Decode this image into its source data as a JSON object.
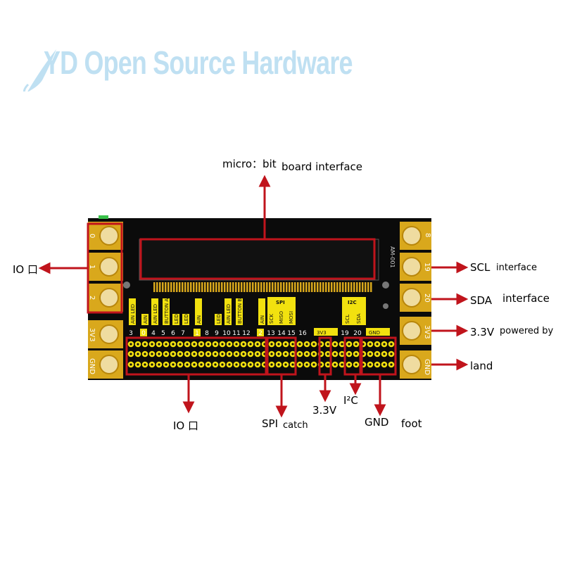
{
  "logo": {
    "text": "YD Open Source Hardware"
  },
  "labels": {
    "top_a": "micro：bit",
    "top_b": "board interface",
    "io_left": "IO 口",
    "scl_a": "SCL",
    "scl_b": "interface",
    "sda_a": "SDA",
    "sda_b": "interface",
    "v33_a": "3.3V",
    "v33_b": "powered by",
    "land": "land",
    "io_bottom": "IO 口",
    "spi_a": "SPI",
    "spi_b": "catch",
    "v33_bottom": "3.3V",
    "i2c": "I²C",
    "gnd_a": "GND",
    "gnd_b": "foot"
  },
  "board": {
    "left_pins": [
      "0",
      "1",
      "2",
      "3V3",
      "GND"
    ],
    "right_pins": [
      "8",
      "19",
      "20",
      "3V3",
      "GND"
    ],
    "model": "AM-001",
    "header_numbers": [
      "3",
      "0",
      "4",
      "5",
      "6",
      "7",
      "1",
      "8",
      "9",
      "10",
      "11",
      "12",
      "2",
      "13",
      "14",
      "15",
      "16",
      "19",
      "20"
    ],
    "silk_3v3": "3V3",
    "silk_gnd": "GND",
    "silk_ain": "AIN",
    "silk_led": "LED",
    "silk_button_a": "BUTTON A",
    "silk_button_b": "BUTTON B",
    "silk_spi": "SPI",
    "silk_sck": "SCK",
    "silk_miso": "MISO",
    "silk_mosi": "MOSI",
    "silk_i2c": "I2C",
    "silk_scl": "SCL",
    "silk_sda": "SDA"
  },
  "colors": {
    "board": "#0b0b0b",
    "gold": "#d9a81c",
    "yellow": "#f2e10f",
    "annotation_red": "#c0141c",
    "logo": "#bfe0f2"
  }
}
